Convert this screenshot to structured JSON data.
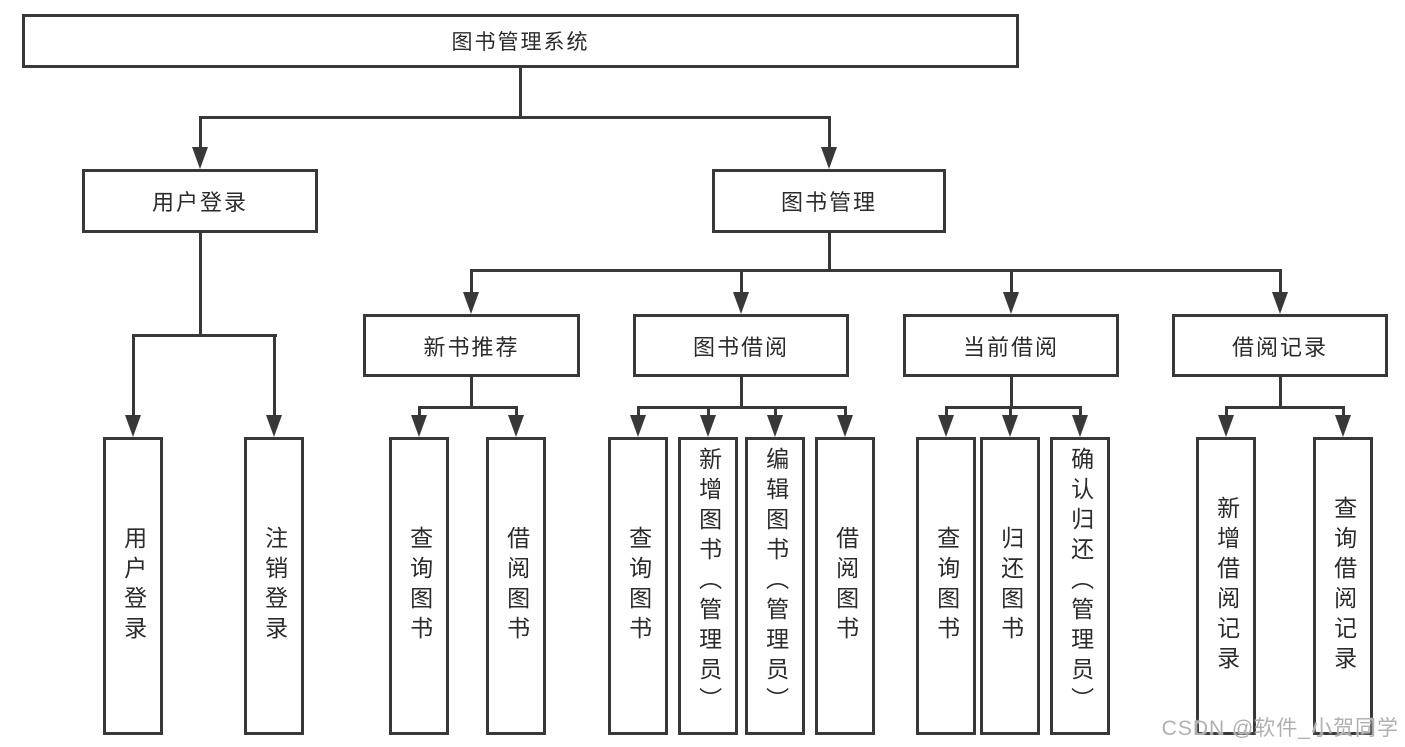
{
  "tree": {
    "root": {
      "label": "图书管理系统"
    },
    "branches": [
      {
        "label": "用户登录",
        "children": [
          {
            "label": "用户登录"
          },
          {
            "label": "注销登录"
          }
        ]
      },
      {
        "label": "图书管理",
        "groups": [
          {
            "label": "新书推荐",
            "children": [
              {
                "label": "查询图书"
              },
              {
                "label": "借阅图书"
              }
            ]
          },
          {
            "label": "图书借阅",
            "children": [
              {
                "label": "查询图书"
              },
              {
                "label": "新增图书（管理员）"
              },
              {
                "label": "编辑图书（管理员）"
              },
              {
                "label": "借阅图书"
              }
            ]
          },
          {
            "label": "当前借阅",
            "children": [
              {
                "label": "查询图书"
              },
              {
                "label": "归还图书"
              },
              {
                "label": "确认归还（管理员）"
              }
            ]
          },
          {
            "label": "借阅记录",
            "children": [
              {
                "label": "新增借阅记录"
              },
              {
                "label": "查询借阅记录"
              }
            ]
          }
        ]
      }
    ]
  },
  "watermark": {
    "text": "CSDN @软件_小贺同学"
  },
  "colors": {
    "line": "#383838",
    "text": "#2b2b2b",
    "bg": "#ffffff",
    "watermark": "#b0b0b0"
  }
}
